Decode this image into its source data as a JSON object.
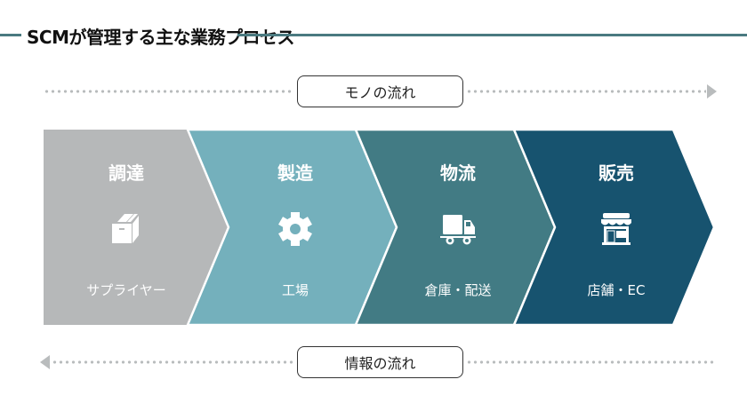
{
  "title": "SCMが管理する主な業務プロセス",
  "flows": {
    "goods": {
      "label": "モノの流れ",
      "direction": "right"
    },
    "info": {
      "label": "情報の流れ",
      "direction": "left"
    }
  },
  "steps": [
    {
      "title": "調達",
      "subtitle": "サプライヤー",
      "icon": "box-icon",
      "color": "#b6b8b9"
    },
    {
      "title": "製造",
      "subtitle": "工場",
      "icon": "gear-icon",
      "color": "#74b0bc"
    },
    {
      "title": "物流",
      "subtitle": "倉庫・配送",
      "icon": "truck-icon",
      "color": "#427b84"
    },
    {
      "title": "販売",
      "subtitle": "店舗・EC",
      "icon": "store-icon",
      "color": "#17536f"
    }
  ],
  "colors": {
    "title_line": "#4a7a80",
    "dots": "#b9bcbd"
  }
}
